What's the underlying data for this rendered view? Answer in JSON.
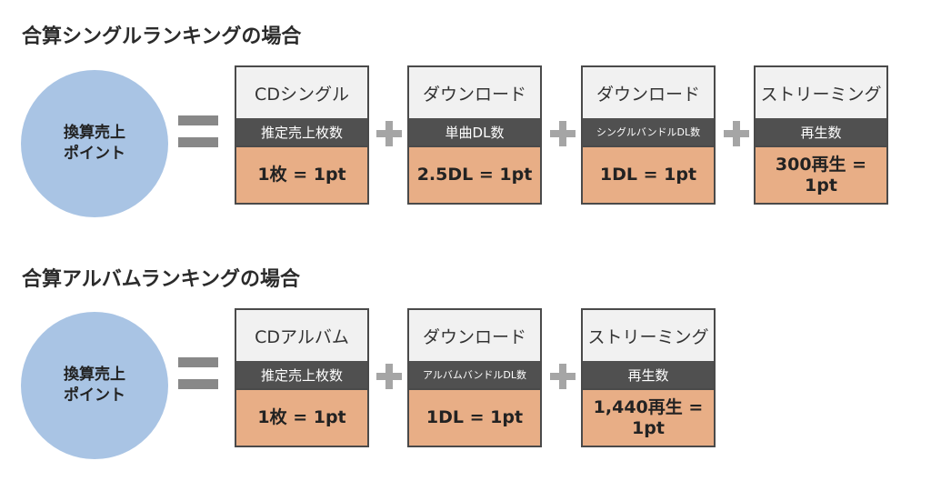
{
  "sections": [
    {
      "title": "合算シングルランキングの場合",
      "circle": [
        "換算売上",
        "ポイント"
      ],
      "boxes": [
        {
          "head": "CDシングル",
          "sub": "推定売上枚数",
          "val": "1枚 = 1pt"
        },
        {
          "head": "ダウンロード",
          "sub": "単曲DL数",
          "val": "2.5DL = 1pt"
        },
        {
          "head": "ダウンロード",
          "sub": "シングルバンドルDL数",
          "val": "1DL = 1pt"
        },
        {
          "head": "ストリーミング",
          "sub": "再生数",
          "val": "300再生 = 1pt"
        }
      ]
    },
    {
      "title": "合算アルバムランキングの場合",
      "circle": [
        "換算売上",
        "ポイント"
      ],
      "boxes": [
        {
          "head": "CDアルバム",
          "sub": "推定売上枚数",
          "val": "1枚 = 1pt"
        },
        {
          "head": "ダウンロード",
          "sub": "アルバムバンドルDL数",
          "val": "1DL = 1pt"
        },
        {
          "head": "ストリーミング",
          "sub": "再生数",
          "val": "1,440再生 = 1pt"
        }
      ]
    }
  ],
  "colors": {
    "circle": "#a9c4e4",
    "header_band": "#505050",
    "value_band": "#e8ae86",
    "operator": "#888888"
  },
  "icons": {
    "equals": "equals-sign",
    "plus": "plus-sign"
  }
}
